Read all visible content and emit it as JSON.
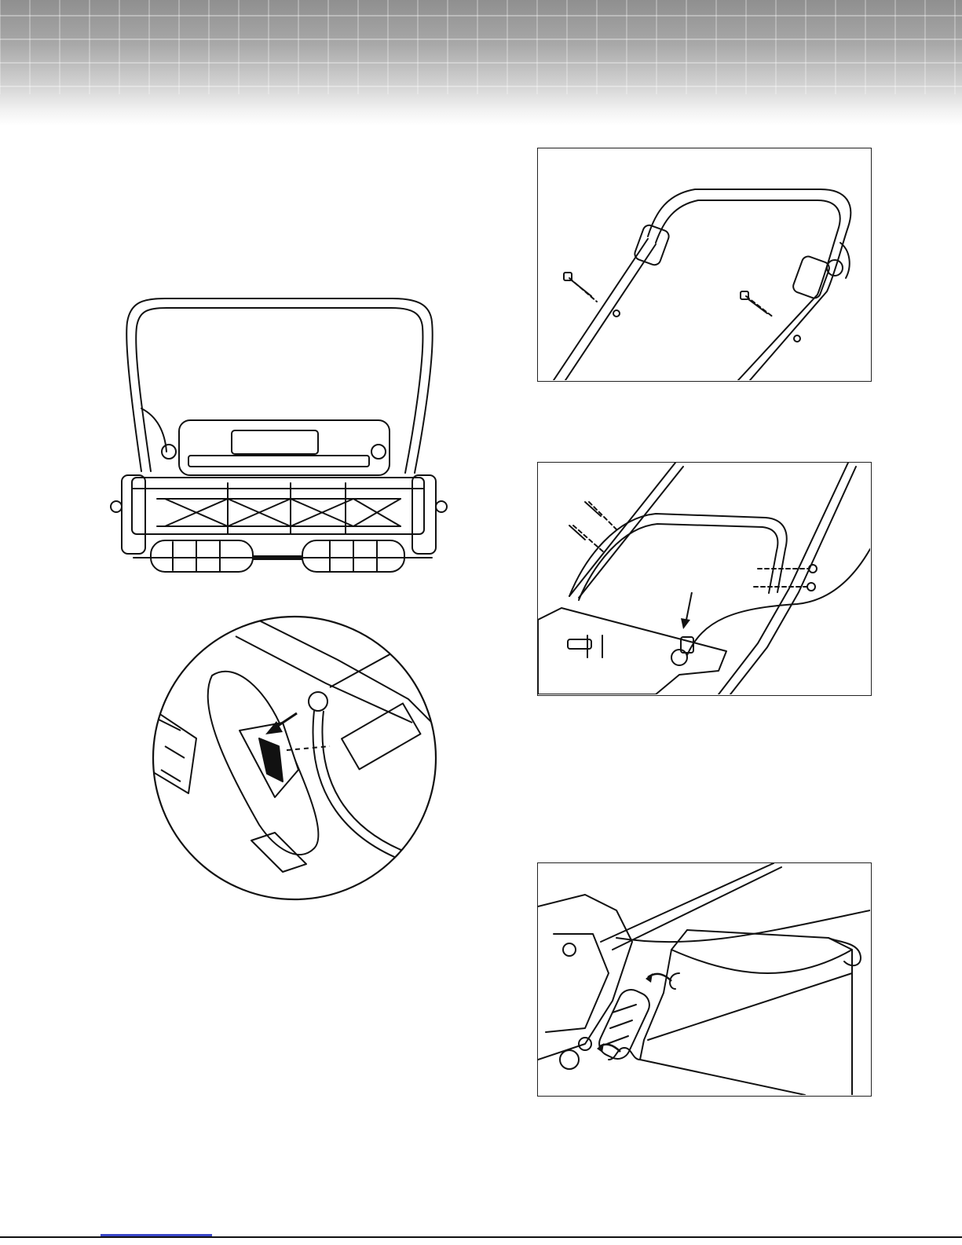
{
  "header": {
    "band_color_top": "#8f8f8f",
    "band_color_bottom": "#ffffff",
    "grid_color": "#ffffff"
  },
  "figures": [
    {
      "id": "mower-front-view",
      "icon": "mower-front-illustration",
      "framed": false
    },
    {
      "id": "handle-clip-detail",
      "icon": "magnified-clip-illustration",
      "framed": false
    },
    {
      "id": "upper-handle-bolts",
      "icon": "upper-handle-illustration",
      "framed": true
    },
    {
      "id": "lower-handle-bolts",
      "icon": "lower-handle-illustration",
      "framed": true
    },
    {
      "id": "grass-catcher-hooks",
      "icon": "grass-catcher-illustration",
      "framed": true
    }
  ],
  "footer": {
    "link_text": "",
    "link_color": "#3a46c8",
    "rule_color": "#111111"
  }
}
